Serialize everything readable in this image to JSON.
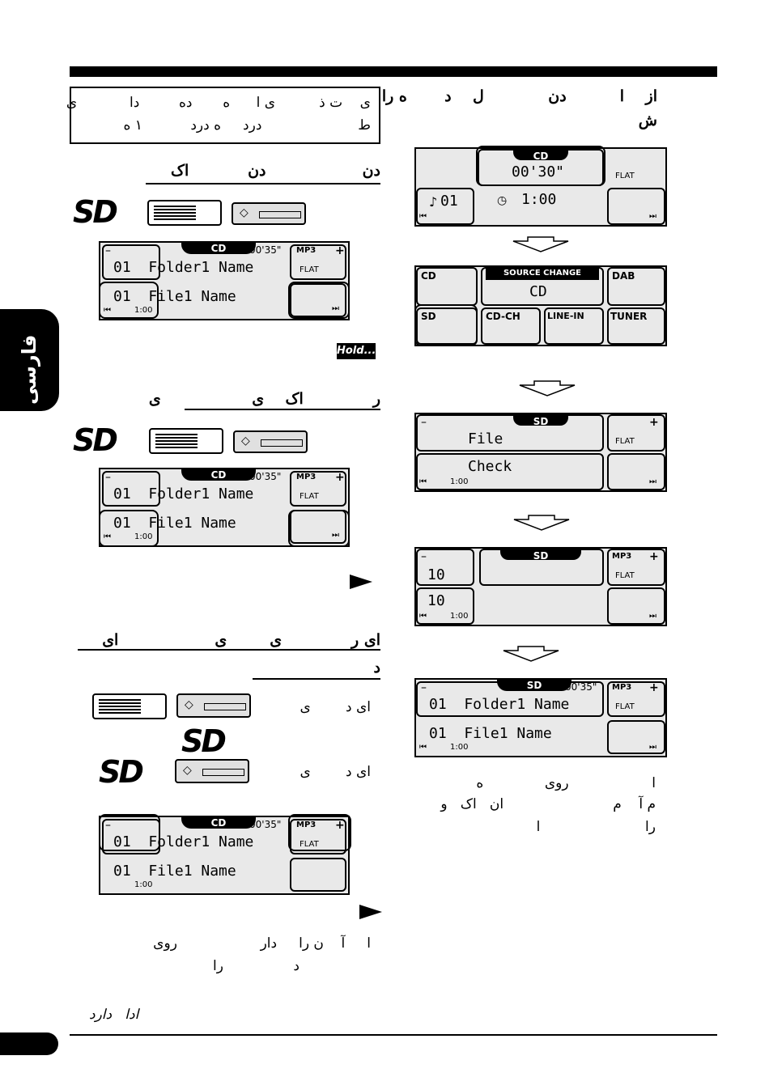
{
  "side_tab": "فارسی",
  "note_box": [
    "ی    ت ذ          ی ا      ه       ده         دا            ی",
    "ط                      درد     ه درد           ۱ ه"
  ],
  "right_heading": [
    "از    ا          دن            ل    د       ه را",
    "ش"
  ],
  "section1_heading": "دن                  دن           اک",
  "section2_heading": "ر             اک    ی                 ی",
  "section3_heading": [
    "ای ر             ی        ی                  ای",
    "د"
  ],
  "sec3_row1_text": "ای د        ی",
  "sec3_row2_text": "ای د        ی",
  "bottom_text": [
    "ا     آ    ن را     دار                   روی",
    "د                را"
  ],
  "right_bottom_text": [
    "ا                   روی              ه",
    "م آ    م                         ان   اک   و",
    "را                        ا"
  ],
  "footer_text": "ادا   دارد",
  "hold_label": "Hold....",
  "screens": {
    "cd_track": {
      "source": "CD",
      "time": "00'35\"",
      "mp3": "MP3",
      "flat": "FLAT",
      "folder": "01  Folder1 Name",
      "file": "01  File1 Name",
      "clock": "1:00"
    },
    "cd_start": {
      "source": "CD",
      "time": "00'30\"",
      "track": "01",
      "clock": "1:00",
      "flat": "FLAT"
    },
    "source_change": {
      "title": "SOURCE CHANGE",
      "current": "CD",
      "items": [
        "CD",
        "DAB",
        "SD",
        "CD-CH",
        "LINE-IN",
        "TUNER"
      ]
    },
    "sd_check": {
      "source": "SD",
      "line1": "File",
      "line2": "Check",
      "flat": "FLAT",
      "clock": "1:00"
    },
    "sd_count": {
      "source": "SD",
      "folders": "10",
      "files": "10",
      "mp3": "MP3",
      "flat": "FLAT",
      "clock": "1:00"
    },
    "sd_track": {
      "source": "SD",
      "time": "00'35\"",
      "mp3": "MP3",
      "flat": "FLAT",
      "folder": "01  Folder1 Name",
      "file": "01  File1 Name",
      "clock": "1:00"
    }
  },
  "sd_logo": "SD"
}
